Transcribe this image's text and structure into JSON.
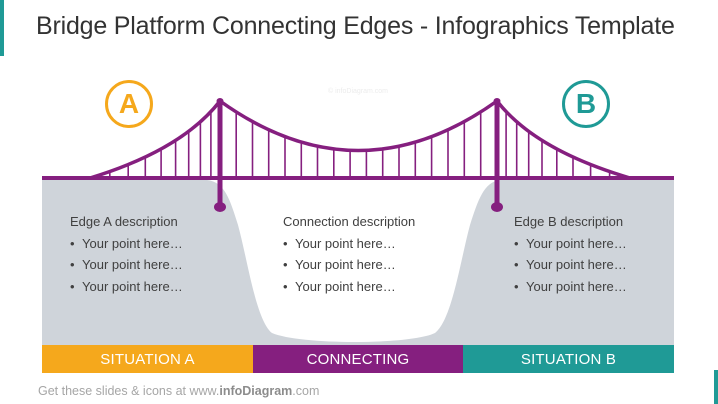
{
  "title": "Bridge Platform Connecting Edges - Infographics Template",
  "watermark": "© infoDiagram.com",
  "circle_a": {
    "letter": "A"
  },
  "circle_b": {
    "letter": "B"
  },
  "columns": {
    "a": {
      "heading": "Edge A description",
      "points": [
        "Your point here…",
        "Your point here…",
        "Your point here…"
      ]
    },
    "connection": {
      "heading": "Connection description",
      "points": [
        "Your point here…",
        "Your point here…",
        "Your point here…"
      ]
    },
    "b": {
      "heading": "Edge B description",
      "points": [
        "Your point here…",
        "Your point here…",
        "Your point here…"
      ]
    }
  },
  "bars": {
    "a": "SITUATION A",
    "connecting": "CONNECTING",
    "b": "SITUATION B"
  },
  "footer": {
    "prefix": "Get these slides & icons at www.",
    "brand": "infoDiagram",
    "suffix": ".com"
  },
  "bullet_glyph": "•",
  "colors": {
    "orange": "#f5a81c",
    "purple": "#851f7f",
    "teal": "#1f9a96",
    "ground": "#cfd4da",
    "text": "#404040"
  }
}
